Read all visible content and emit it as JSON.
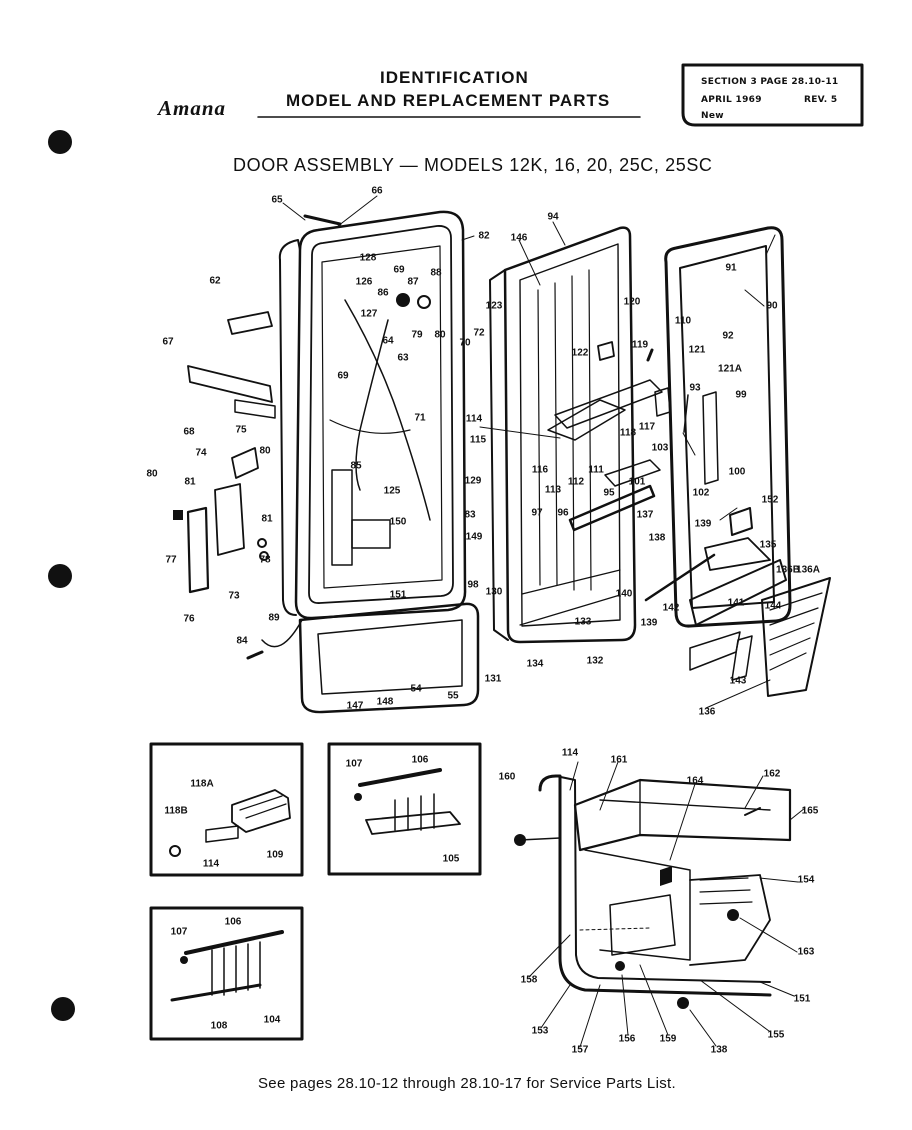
{
  "header": {
    "brand": "Amana",
    "line1": "IDENTIFICATION",
    "line2": "MODEL AND REPLACEMENT PARTS",
    "section": "SECTION 3 PAGE 28.10-11",
    "date": "APRIL 1969",
    "rev": "REV. 5",
    "status": "New"
  },
  "title": "DOOR ASSEMBLY — MODELS 12K, 16, 20, 25C, 25SC",
  "footer": "See pages 28.10-12 through 28.10-17 for Service Parts List.",
  "callouts": {
    "main": [
      "65",
      "66",
      "82",
      "128",
      "126",
      "69",
      "88",
      "87",
      "86",
      "127",
      "62",
      "67",
      "64",
      "63",
      "79",
      "80",
      "70",
      "72",
      "123",
      "146",
      "94",
      "91",
      "90",
      "92",
      "120",
      "110",
      "122",
      "119",
      "121",
      "121A",
      "93",
      "99",
      "114",
      "115",
      "116",
      "113",
      "112",
      "111",
      "118",
      "117",
      "103",
      "101",
      "102",
      "100",
      "69",
      "71",
      "125",
      "85",
      "68",
      "75",
      "80",
      "74",
      "81",
      "80",
      "77",
      "76",
      "73",
      "78",
      "81",
      "89",
      "84",
      "147",
      "148",
      "54",
      "55",
      "129",
      "83",
      "150",
      "149",
      "151",
      "97",
      "96",
      "95",
      "137",
      "138",
      "98",
      "130",
      "131",
      "134",
      "133",
      "132",
      "152",
      "139",
      "135",
      "136B",
      "136A",
      "140",
      "139",
      "142",
      "141",
      "144",
      "143",
      "136"
    ],
    "inset_a": [
      "118A",
      "118B",
      "114",
      "109"
    ],
    "inset_b": [
      "107",
      "106",
      "105"
    ],
    "inset_c": [
      "107",
      "106",
      "108",
      "104"
    ],
    "cutaway": [
      "114",
      "161",
      "160",
      "164",
      "162",
      "165",
      "154",
      "163",
      "158",
      "151",
      "153",
      "157",
      "156",
      "159",
      "138",
      "155"
    ]
  },
  "colors": {
    "ink": "#111111",
    "paper": "#ffffff"
  }
}
